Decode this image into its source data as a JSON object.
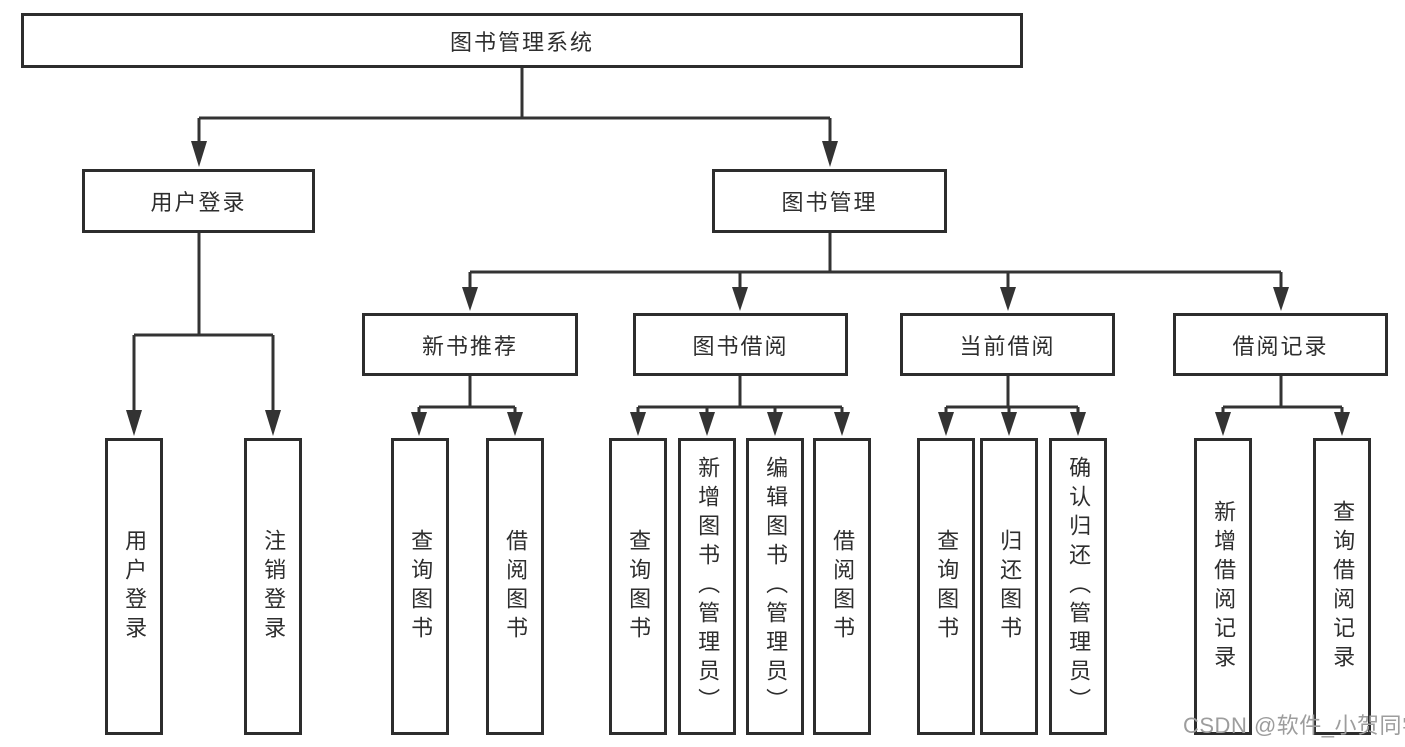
{
  "diagram": {
    "root": {
      "label": "图书管理系统"
    },
    "level2": [
      {
        "label": "用户登录"
      },
      {
        "label": "图书管理"
      }
    ],
    "level3": [
      {
        "label": "新书推荐"
      },
      {
        "label": "图书借阅"
      },
      {
        "label": "当前借阅"
      },
      {
        "label": "借阅记录"
      }
    ],
    "leaves": [
      {
        "label": "用户登录",
        "parent": "用户登录"
      },
      {
        "label": "注销登录",
        "parent": "用户登录"
      },
      {
        "label": "查询图书",
        "parent": "新书推荐"
      },
      {
        "label": "借阅图书",
        "parent": "新书推荐"
      },
      {
        "label": "查询图书",
        "parent": "图书借阅"
      },
      {
        "label": "新增图书（管理员）",
        "parent": "图书借阅"
      },
      {
        "label": "编辑图书（管理员）",
        "parent": "图书借阅"
      },
      {
        "label": "借阅图书",
        "parent": "图书借阅"
      },
      {
        "label": "查询图书",
        "parent": "当前借阅"
      },
      {
        "label": "归还图书",
        "parent": "当前借阅"
      },
      {
        "label": "确认归还（管理员）",
        "parent": "当前借阅"
      },
      {
        "label": "新增借阅记录",
        "parent": "借阅记录"
      },
      {
        "label": "查询借阅记录",
        "parent": "借阅记录"
      }
    ]
  },
  "watermark": {
    "text": "CSDN @软件_小贺同学"
  },
  "colors": {
    "line": "#333333",
    "border": "#2d2d2d",
    "text": "#2e2e2e",
    "watermark": "#9d9d9d",
    "background": "#ffffff"
  }
}
